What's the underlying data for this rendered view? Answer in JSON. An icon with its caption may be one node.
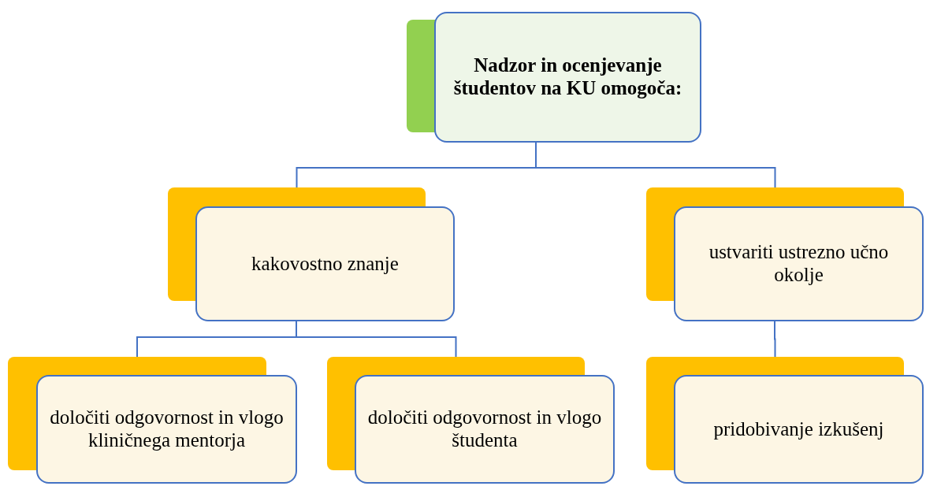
{
  "diagram": {
    "nodes": [
      {
        "text": [
          "Nadzor in ocenjevanje študentov na KU omogoča:"
        ]
      },
      {
        "text": [
          "kakovostno znanje"
        ]
      },
      {
        "text": [
          "ustvariti ustrezno učno okolje"
        ]
      },
      {
        "text": [
          "določiti odgovornost in vlogo kliničnega mentorja"
        ]
      },
      {
        "text": [
          "določiti odgovornost in vlogo študenta"
        ]
      },
      {
        "text": [
          "pridobivanje izkušenj"
        ]
      }
    ],
    "edges": [
      {
        "from": 0,
        "to": 1,
        "arrow": "none"
      },
      {
        "from": 0,
        "to": 2,
        "arrow": "none"
      },
      {
        "from": 1,
        "to": 3,
        "arrow": "none"
      },
      {
        "from": 1,
        "to": 4,
        "arrow": "none"
      },
      {
        "from": 2,
        "to": 5,
        "arrow": "none"
      }
    ]
  }
}
